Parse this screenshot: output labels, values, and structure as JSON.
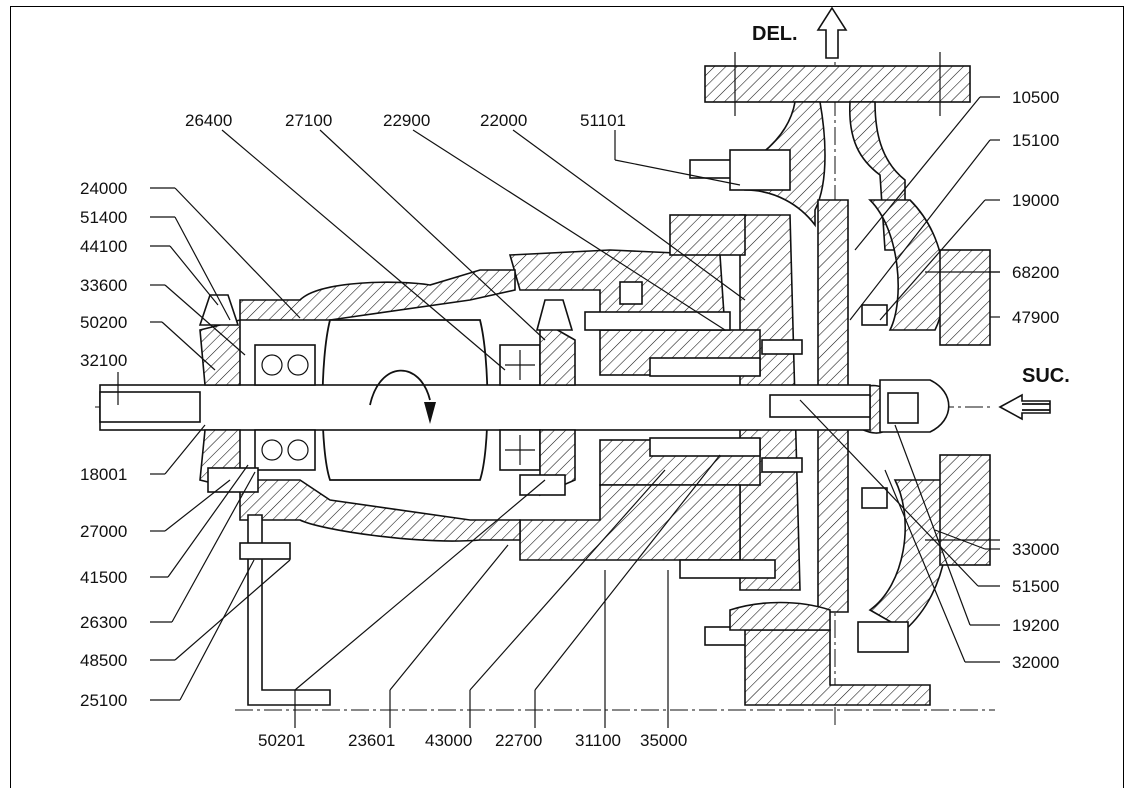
{
  "flow": {
    "delivery": "DEL.",
    "suction": "SUC."
  },
  "labels_top": [
    "26400",
    "27100",
    "22900",
    "22000",
    "51101"
  ],
  "labels_left": [
    "24000",
    "51400",
    "44100",
    "33600",
    "50200",
    "32100",
    "18001",
    "27000",
    "41500",
    "26300",
    "48500",
    "25100"
  ],
  "labels_right": [
    "10500",
    "15100",
    "19000",
    "68200",
    "47900",
    "33000",
    "51500",
    "19200",
    "32000"
  ],
  "labels_bottom": [
    "50201",
    "23601",
    "43000",
    "22700",
    "31100",
    "35000"
  ]
}
